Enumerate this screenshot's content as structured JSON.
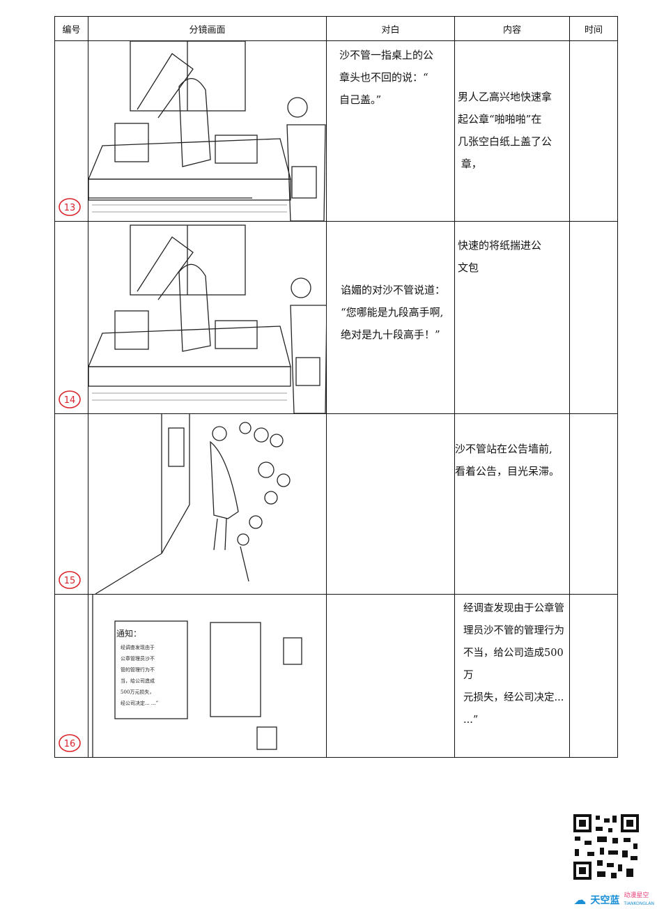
{
  "header": {
    "col_number": "编号",
    "col_frame": "分镜画面",
    "col_dialogue": "对白",
    "col_content": "内容",
    "col_time": "时间"
  },
  "rows": [
    {
      "number": "13",
      "dialogue": "沙不管一指桌上的公\n章头也不回的说：“\n自己盖。”",
      "content": "男人乙高兴地快速拿\n起公章“啪啪啪”在\n几张空白纸上盖了公\n 章，",
      "time": ""
    },
    {
      "number": "14",
      "dialogue": "谄媚的对沙不管说道：\n“您哪能是九段高手啊,\n绝对是九十段高手！”",
      "content": "快速的将纸揣进公\n文包",
      "time": ""
    },
    {
      "number": "15",
      "dialogue": "",
      "content": "沙不管站在公告墙前,\n看着公告，目光呆滞。",
      "time": ""
    },
    {
      "number": "16",
      "dialogue": "",
      "content": "经调查发现由于公章管\n理员沙不管的管理行为\n不当，给公司造成500万\n元损失，经公司决定... ...”",
      "time": ""
    }
  ],
  "notice": {
    "title": "通知：",
    "body": "经调查发现由于\n公章管理员沙不\n管的管理行为不\n当，给公司造成\n500万元损失，\n经公司决定... ...”"
  },
  "brand": {
    "name": "天空蓝",
    "tagline": "动漫星空",
    "sub": "TIANKONGLAN",
    "accent": "#1a8fd6",
    "accent2": "#e6407a"
  },
  "colors": {
    "ink": "#111111",
    "mark": "#d8242b"
  }
}
